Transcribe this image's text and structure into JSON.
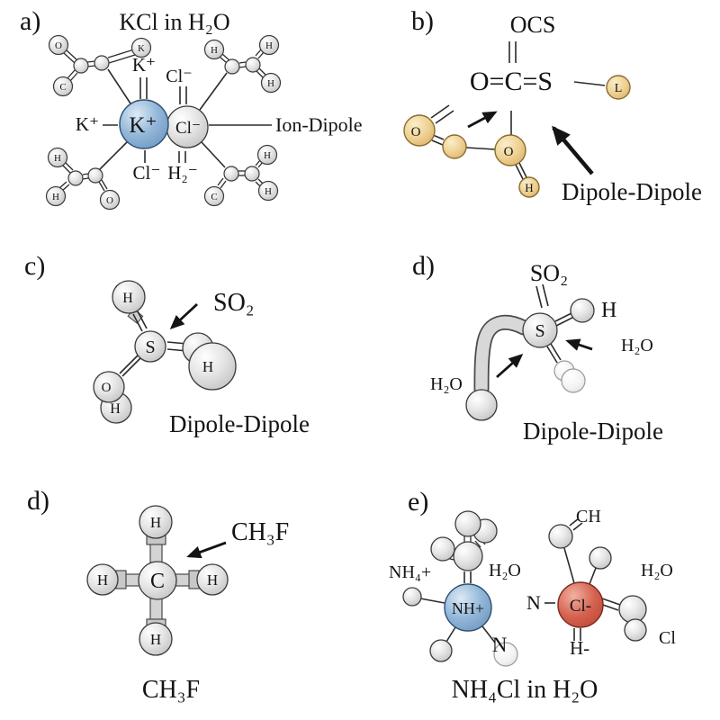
{
  "colors": {
    "cation_blue": "#94b8da",
    "anion_red": "#d5624f",
    "water_tan": "#eed092",
    "atom_gray": "#d9d9d9",
    "line": "#141414",
    "background": "#ffffff"
  },
  "panels": {
    "a": {
      "tag": "a)",
      "title": "KCl in H₂O",
      "cation": "K⁺",
      "anion": "Cl⁻",
      "k_top": "K⁺",
      "cl_top": "Cl⁻",
      "k_left": "K⁺",
      "cl_bottom": "Cl⁻",
      "h2_bottom": "H₂⁻",
      "interaction": "Ion-Dipole",
      "tl_atoms": [
        "O",
        "K",
        "C"
      ],
      "tr_atoms": [
        "H",
        "H",
        "H"
      ],
      "bl_atoms": [
        "H",
        "H",
        "O"
      ],
      "br_atoms": [
        "C",
        "H",
        "H"
      ]
    },
    "b": {
      "tag": "b)",
      "title": "OCS",
      "formula": "O=C=S",
      "ligand": "L",
      "o_left": "O",
      "o_right": "O",
      "h": "H",
      "interaction": "Dipole-Dipole"
    },
    "c": {
      "tag": "c)",
      "molecule": "SO₂",
      "s": "S",
      "h_top": "H",
      "h_right": "H",
      "o_bottom": "O",
      "h_bottom": "H",
      "interaction": "Dipole-Dipole"
    },
    "d": {
      "tag": "d)",
      "molecule": "SO₂",
      "s": "S",
      "h": "H",
      "h2o_left": "H₂O",
      "h2o_right": "H₂O",
      "interaction": "Dipole-Dipole"
    },
    "d2": {
      "tag": "d)",
      "callout": "CH₃F",
      "c": "C",
      "h_top": "H",
      "h_left": "H",
      "h_right": "H",
      "h_bottom": "H",
      "caption": "CH₃F"
    },
    "e": {
      "tag": "e)",
      "nh4_label": "NH₄+",
      "h2o_left": "H₂O",
      "h2o_right": "H₂O",
      "cation": "NH+",
      "anion": "Cl-",
      "n_lower": "N",
      "n_dash": "N",
      "ch": "CH",
      "cl_right": "Cl",
      "h_minus": "H-",
      "caption": "NH₄Cl in H₂O"
    }
  }
}
